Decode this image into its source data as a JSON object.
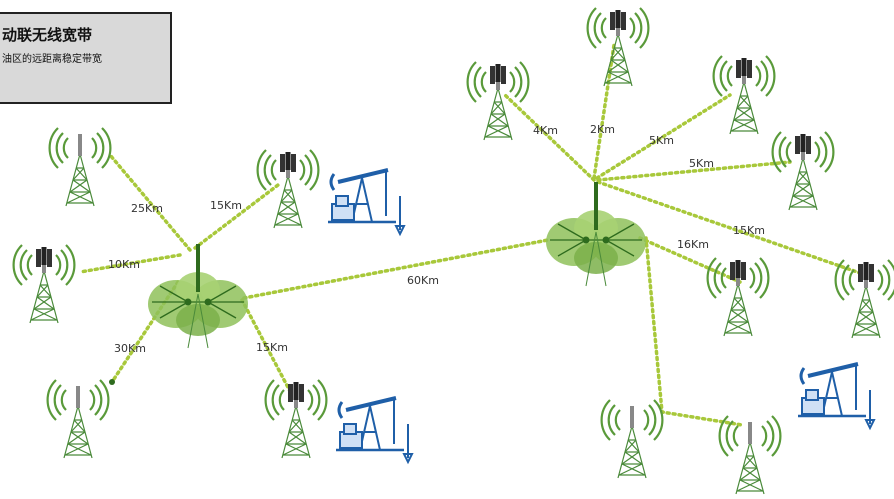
{
  "title_box": {
    "line1": "动联无线宽带",
    "line2": "油区的远距离稳定带宽"
  },
  "colors": {
    "link": "#a8c83a",
    "hub_fill": "#8fc15a",
    "hub_line": "#2e6b1e",
    "tower": "#4a8a3a",
    "wave": "#5a9a3a",
    "pumpjack": "#1f5fa8"
  },
  "links": [
    {
      "id": "hub1-a",
      "label": "25Km"
    },
    {
      "id": "hub1-b",
      "label": "15Km"
    },
    {
      "id": "hub1-c",
      "label": "10Km"
    },
    {
      "id": "hub1-d",
      "label": "30Km"
    },
    {
      "id": "hub1-e",
      "label": "15Km"
    },
    {
      "id": "backhaul",
      "label": "60Km"
    },
    {
      "id": "hub2-a",
      "label": "4Km"
    },
    {
      "id": "hub2-b",
      "label": "2Km"
    },
    {
      "id": "hub2-c",
      "label": "5Km"
    },
    {
      "id": "hub2-d",
      "label": "5Km"
    },
    {
      "id": "hub2-e",
      "label": "15Km"
    },
    {
      "id": "hub2-f",
      "label": "16Km"
    }
  ]
}
